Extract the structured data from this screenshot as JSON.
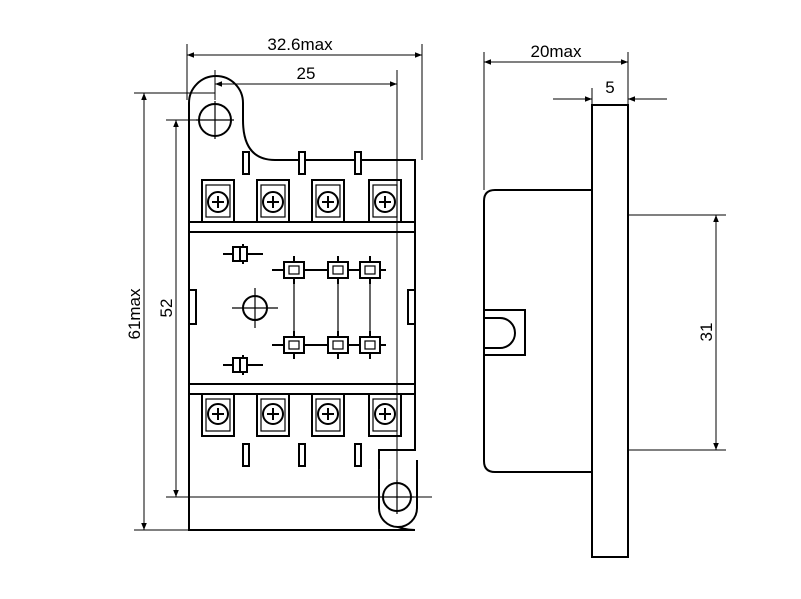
{
  "drawing": {
    "front_view": {
      "dimensions": {
        "overall_width": "32.6max",
        "mount_hole_pitch_horizontal": "25",
        "overall_height": "61max",
        "mount_hole_pitch_vertical": "52"
      }
    },
    "side_view": {
      "dimensions": {
        "overall_depth": "20max",
        "flange_thickness": "5",
        "body_height": "31"
      }
    },
    "colors": {
      "line": "#000000",
      "background": "#ffffff"
    }
  }
}
